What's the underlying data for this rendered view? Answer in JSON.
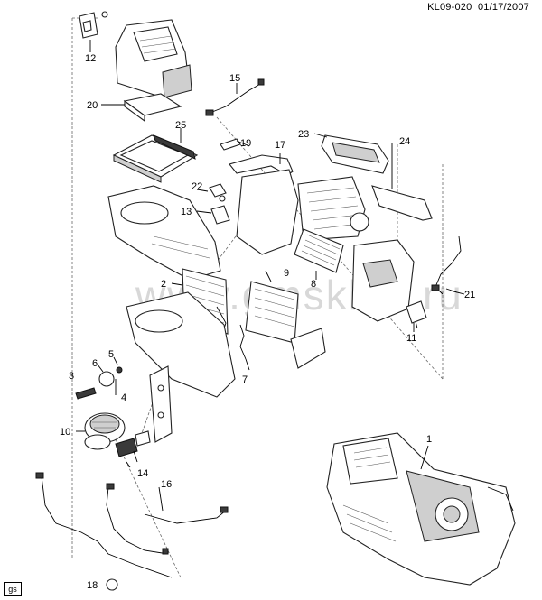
{
  "header": {
    "code": "KL09-020",
    "date": "01/17/2007"
  },
  "watermark": "www.gmsklad.ru",
  "footer_tag": "gs",
  "callouts": [
    "1",
    "2",
    "3",
    "4",
    "5",
    "6",
    "7",
    "8",
    "9",
    "10",
    "11",
    "12",
    "13",
    "14",
    "15",
    "16",
    "17",
    "18",
    "19",
    "20",
    "21",
    "22",
    "23",
    "24",
    "25"
  ]
}
